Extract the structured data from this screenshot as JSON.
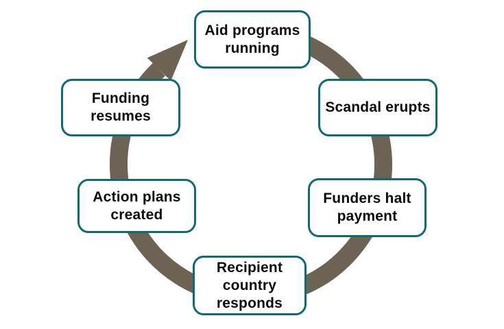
{
  "diagram": {
    "type": "cycle",
    "direction": "clockwise",
    "nodes": [
      {
        "label": "Aid programs\nrunning",
        "position": "top"
      },
      {
        "label": "Scandal erupts",
        "position": "upper-right"
      },
      {
        "label": "Funders halt\npayment",
        "position": "lower-right"
      },
      {
        "label": "Recipient\ncountry\nresponds",
        "position": "bottom"
      },
      {
        "label": "Action plans\ncreated",
        "position": "lower-left"
      },
      {
        "label": "Funding\nresumes",
        "position": "upper-left"
      }
    ],
    "colors": {
      "arrow": "#6D6355",
      "node_border": "#116973",
      "node_fill": "#FFFFFF",
      "text": "#0B0B0B",
      "background": "#FFFFFF"
    }
  }
}
